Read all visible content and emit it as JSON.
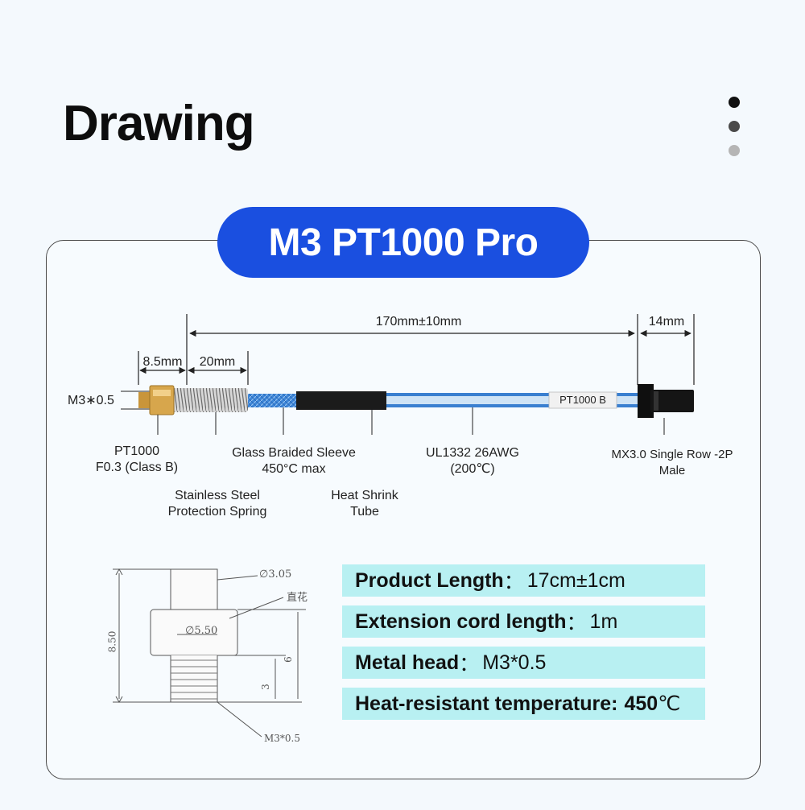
{
  "page": {
    "title": "Drawing"
  },
  "product": {
    "name": "M3 PT1000 Pro"
  },
  "carousel": {
    "dots": [
      "#111111",
      "#4a4a4a",
      "#b5b5b5"
    ]
  },
  "colors": {
    "accent": "#1a4fe0",
    "cable": "#3a7fd0",
    "spec_bg": "#b8f0f2",
    "brass": "#d4a24a"
  },
  "diagram": {
    "dims": {
      "total": "170mm±10mm",
      "connector": "14mm",
      "head": "8.5mm",
      "spring": "20mm",
      "thread": "M3∗0.5"
    },
    "cable_tag": "PT1000 B",
    "labels": {
      "sensor_line1": "PT1000",
      "sensor_line2": "F0.3 (Class B)",
      "spring_line1": "Stainless Steel",
      "spring_line2": "Protection Spring",
      "sleeve_line1": "Glass Braided Sleeve",
      "sleeve_line2": "450°C max",
      "tube_line1": "Heat Shrink",
      "tube_line2": "Tube",
      "wire_line1": "UL1332 26AWG",
      "wire_line2": "(200℃)",
      "conn_line1": "MX3.0 Single Row -2P",
      "conn_line2": "Male"
    }
  },
  "head_drawing": {
    "d_top": "∅3.05",
    "knurl": "直花",
    "d_body": "∅5.50",
    "height": "8.50",
    "h6": "6",
    "h3": "3",
    "thread": "M3*0.5"
  },
  "specs": [
    {
      "key": "Product Length",
      "sep": "：",
      "value": "17cm±1cm"
    },
    {
      "key": "Extension cord length",
      "sep": "：",
      "value": "1m"
    },
    {
      "key": "Metal head",
      "sep": "：",
      "value": "M3*0.5"
    },
    {
      "key": "Heat-resistant temperature:",
      "sep": "",
      "value": "450",
      "unit": "℃"
    }
  ]
}
